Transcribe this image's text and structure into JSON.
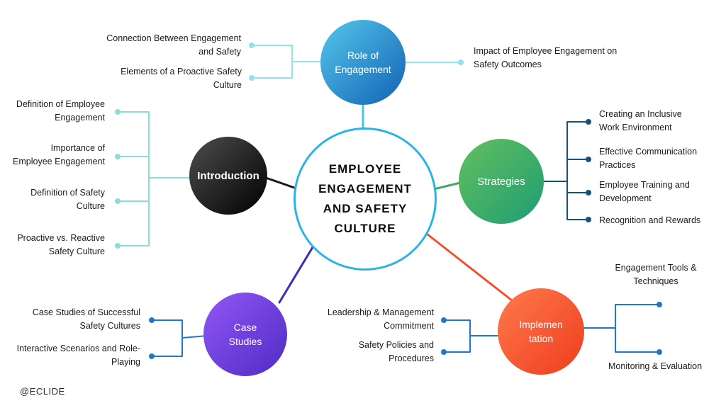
{
  "watermark": "@ECLIDE",
  "center": {
    "title": "EMPLOYEE\nENGAGEMENT\nAND SAFETY\nCULTURE"
  },
  "nodes": {
    "role": {
      "label": "Role of\nEngagement"
    },
    "introduction": {
      "label": "Introduction"
    },
    "strategies": {
      "label": "Strategies"
    },
    "case_studies": {
      "label": "Case\nStudies"
    },
    "implementation": {
      "label": "Implemen\ntation"
    }
  },
  "branches": {
    "role_left": [
      "Connection Between Engagement\nand Safety",
      "Elements of a Proactive Safety\nCulture"
    ],
    "role_right": [
      "Impact of Employee Engagement on\nSafety Outcomes"
    ],
    "introduction": [
      "Definition of Employee\nEngagement",
      "Importance of\nEmployee Engagement",
      "Definition of Safety\nCulture",
      "Proactive vs. Reactive\nSafety Culture"
    ],
    "strategies": [
      "Creating an Inclusive\nWork Environment",
      "Effective Communication\nPractices",
      "Employee Training and\nDevelopment",
      "Recognition and Rewards"
    ],
    "case_studies": [
      "Case Studies of Successful\nSafety Cultures",
      "Interactive Scenarios and Role-\nPlaying"
    ],
    "implementation_left": [
      "Leadership & Management\nCommitment",
      "Safety Policies and\nProcedures"
    ],
    "implementation_right": [
      "Engagement Tools &\nTechniques",
      "Monitoring & Evaluation"
    ]
  },
  "colors": {
    "center_border": "#2BB3E8",
    "role_c1": "#55C7EA",
    "role_c2": "#1262B5",
    "intro_c1": "#4E4E4E",
    "intro_c2": "#000000",
    "strat_c1": "#63BF5E",
    "strat_c2": "#1F9D74",
    "case_c1": "#9257F5",
    "case_c2": "#4F2BC4",
    "impl_c1": "#FF7A4E",
    "impl_c2": "#EE3D1D",
    "line_cyan": "#8FE3EC",
    "line_teal": "#8ADED8",
    "line_navy": "#17507A",
    "line_blue": "#1E7AC9",
    "c_top": "#49C3E8",
    "c_intro": "#1A1A1A",
    "c_strat": "#3FA95C",
    "c_case": "#4229B8",
    "c_impl": "#F4502B"
  }
}
